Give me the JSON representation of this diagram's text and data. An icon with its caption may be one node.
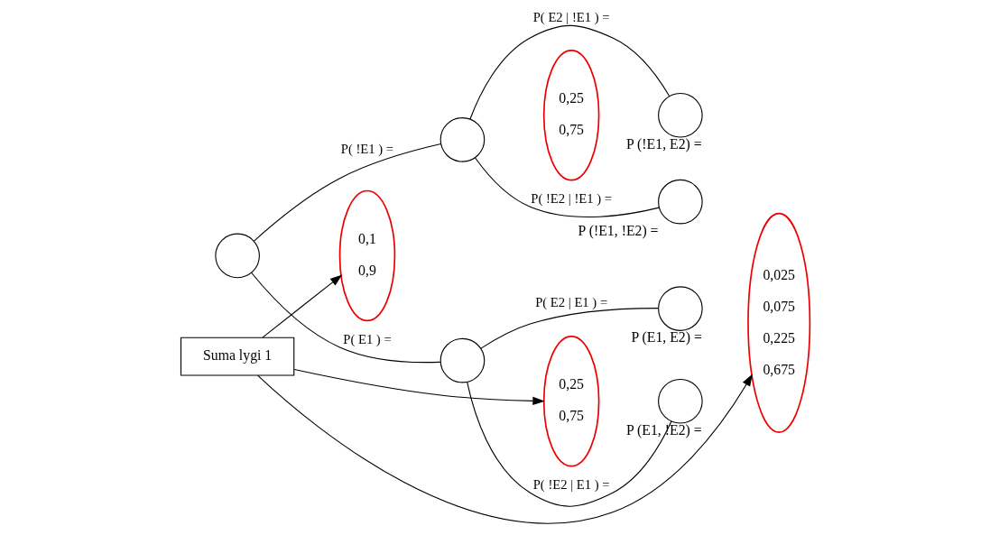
{
  "diagram": {
    "nodes": [
      {
        "text": [],
        "shape": "circle"
      },
      {
        "text": [
          "0,1",
          "0,9"
        ]
      },
      {
        "text": [],
        "shape": "circle"
      },
      {
        "text": [],
        "shape": "circle"
      },
      {
        "text": [
          "0,25",
          "0,75"
        ]
      },
      {
        "text": [
          "0,25",
          "0,75"
        ]
      },
      {
        "text": [
          "Suma lygi 1"
        ]
      },
      {
        "text": [],
        "shape": "circle",
        "beside": [
          "P (E1, E2) ="
        ]
      },
      {
        "text": [],
        "shape": "circle",
        "beside": [
          "P (E1, !E2) ="
        ]
      },
      {
        "text": [],
        "shape": "circle",
        "beside": [
          "P (!E1, E2) ="
        ]
      },
      {
        "text": [],
        "shape": "circle",
        "beside": [
          "P (!E1, !E2) ="
        ]
      },
      {
        "text": [
          "0,025",
          "0,075",
          "0,225",
          "0,675"
        ]
      }
    ],
    "edges": [
      {
        "from": 0,
        "to": 2,
        "arrow": "none",
        "label": "P( E1 ) ="
      },
      {
        "from": 0,
        "to": 3,
        "arrow": "none",
        "label": "P( !E1 ) ="
      },
      {
        "from": 2,
        "to": 7,
        "arrow": "none",
        "label": "P( E2 | E1 ) ="
      },
      {
        "from": 2,
        "to": 8,
        "arrow": "none",
        "label": "P( !E2 | E1 ) ="
      },
      {
        "from": 3,
        "to": 9,
        "arrow": "none",
        "label": "P( E2 | !E1 ) ="
      },
      {
        "from": 3,
        "to": 10,
        "arrow": "none",
        "label": "P( !E2 | !E1 ) ="
      },
      {
        "from": 6,
        "to": 1,
        "arrow": "to"
      },
      {
        "from": 6,
        "to": 4,
        "arrow": "to"
      },
      {
        "from": 6,
        "to": 11,
        "arrow": "to"
      }
    ]
  }
}
